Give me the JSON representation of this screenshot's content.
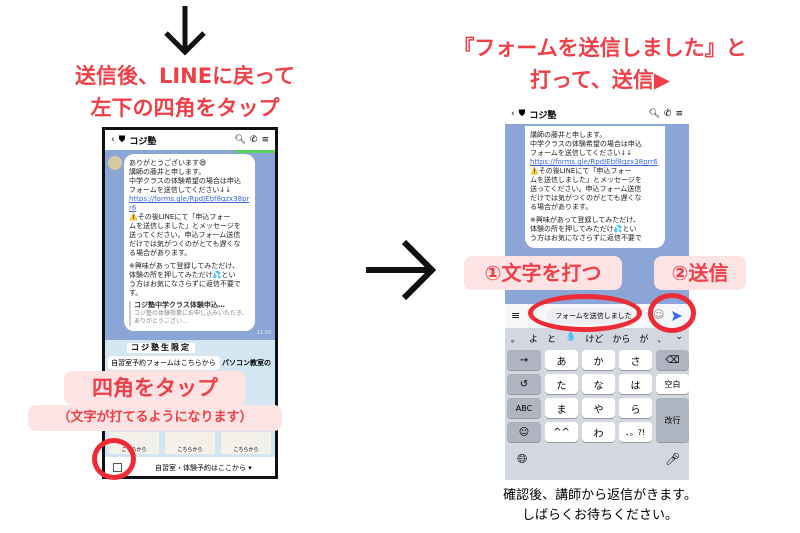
{
  "left": {
    "title_line1": "送信後、LINEに戻って",
    "title_line2": "左下の四角をタップ",
    "chat_name": "コジ塾",
    "msg_lines": [
      "ありがとうございます😄",
      "講師の藤井と申します。",
      "中学クラスの体験希望の場合は申込",
      "フォームを送信してください↓↓"
    ],
    "link": "https://forms.gle/RpdJEbf8gzx38prr6",
    "warn_lines": [
      "⚠️その後LINEにて「申込フォー",
      "ムを送信しました」とメッセージを",
      "送ってください。申込フォーム送信",
      "だけでは気がつくのがとても遅くな",
      "る場合があります。"
    ],
    "note_lines": [
      "※興味があって登録してみただけ、",
      "体験の所を押してみただけ💦とい",
      "う方はお気になさらずに返信不要で",
      "す。"
    ],
    "card_title": "コジ塾中学クラス体験申込…",
    "card_desc": "コジ塾の体験授業にお申し込みいただき、ありがとうござい…",
    "time": "11:50",
    "menu_badge": "コジ塾生限定",
    "menu_form": "自習室予約フォームはこちらから",
    "menu_pc": "パソコン教室の",
    "menu_items": [
      "こちらから",
      "こちらから",
      "こちらから"
    ],
    "bottom_label": "自習室・体験予約はここから ▾",
    "callout": "四角をタップ",
    "callout_sub": "（文字が打てるようになります）"
  },
  "right": {
    "title_line1": "『フォームを送信しました』と",
    "title_line2": "打って、送信▶",
    "chat_name": "コジ塾",
    "input_value": "フォームを送信しました",
    "label1": "①文字を打つ",
    "label2": "②送信",
    "suggestions": [
      "。",
      "よ",
      "と",
      "💧",
      "けど",
      "から",
      "が",
      "、"
    ],
    "keys": [
      "→",
      "あ",
      "か",
      "さ",
      "⌫",
      "↺",
      "た",
      "な",
      "は",
      "空白",
      "ABC",
      "ま",
      "や",
      "ら",
      "改行",
      "☺",
      "^^",
      "わ",
      "、。?!"
    ],
    "caption_line1": "確認後、講師から返信がきます。",
    "caption_line2": "しばらくお待ちください。"
  },
  "colors": {
    "accent": "#ef3f48",
    "chat_bg": "#8aa5d6",
    "send": "#3b6cf0"
  }
}
